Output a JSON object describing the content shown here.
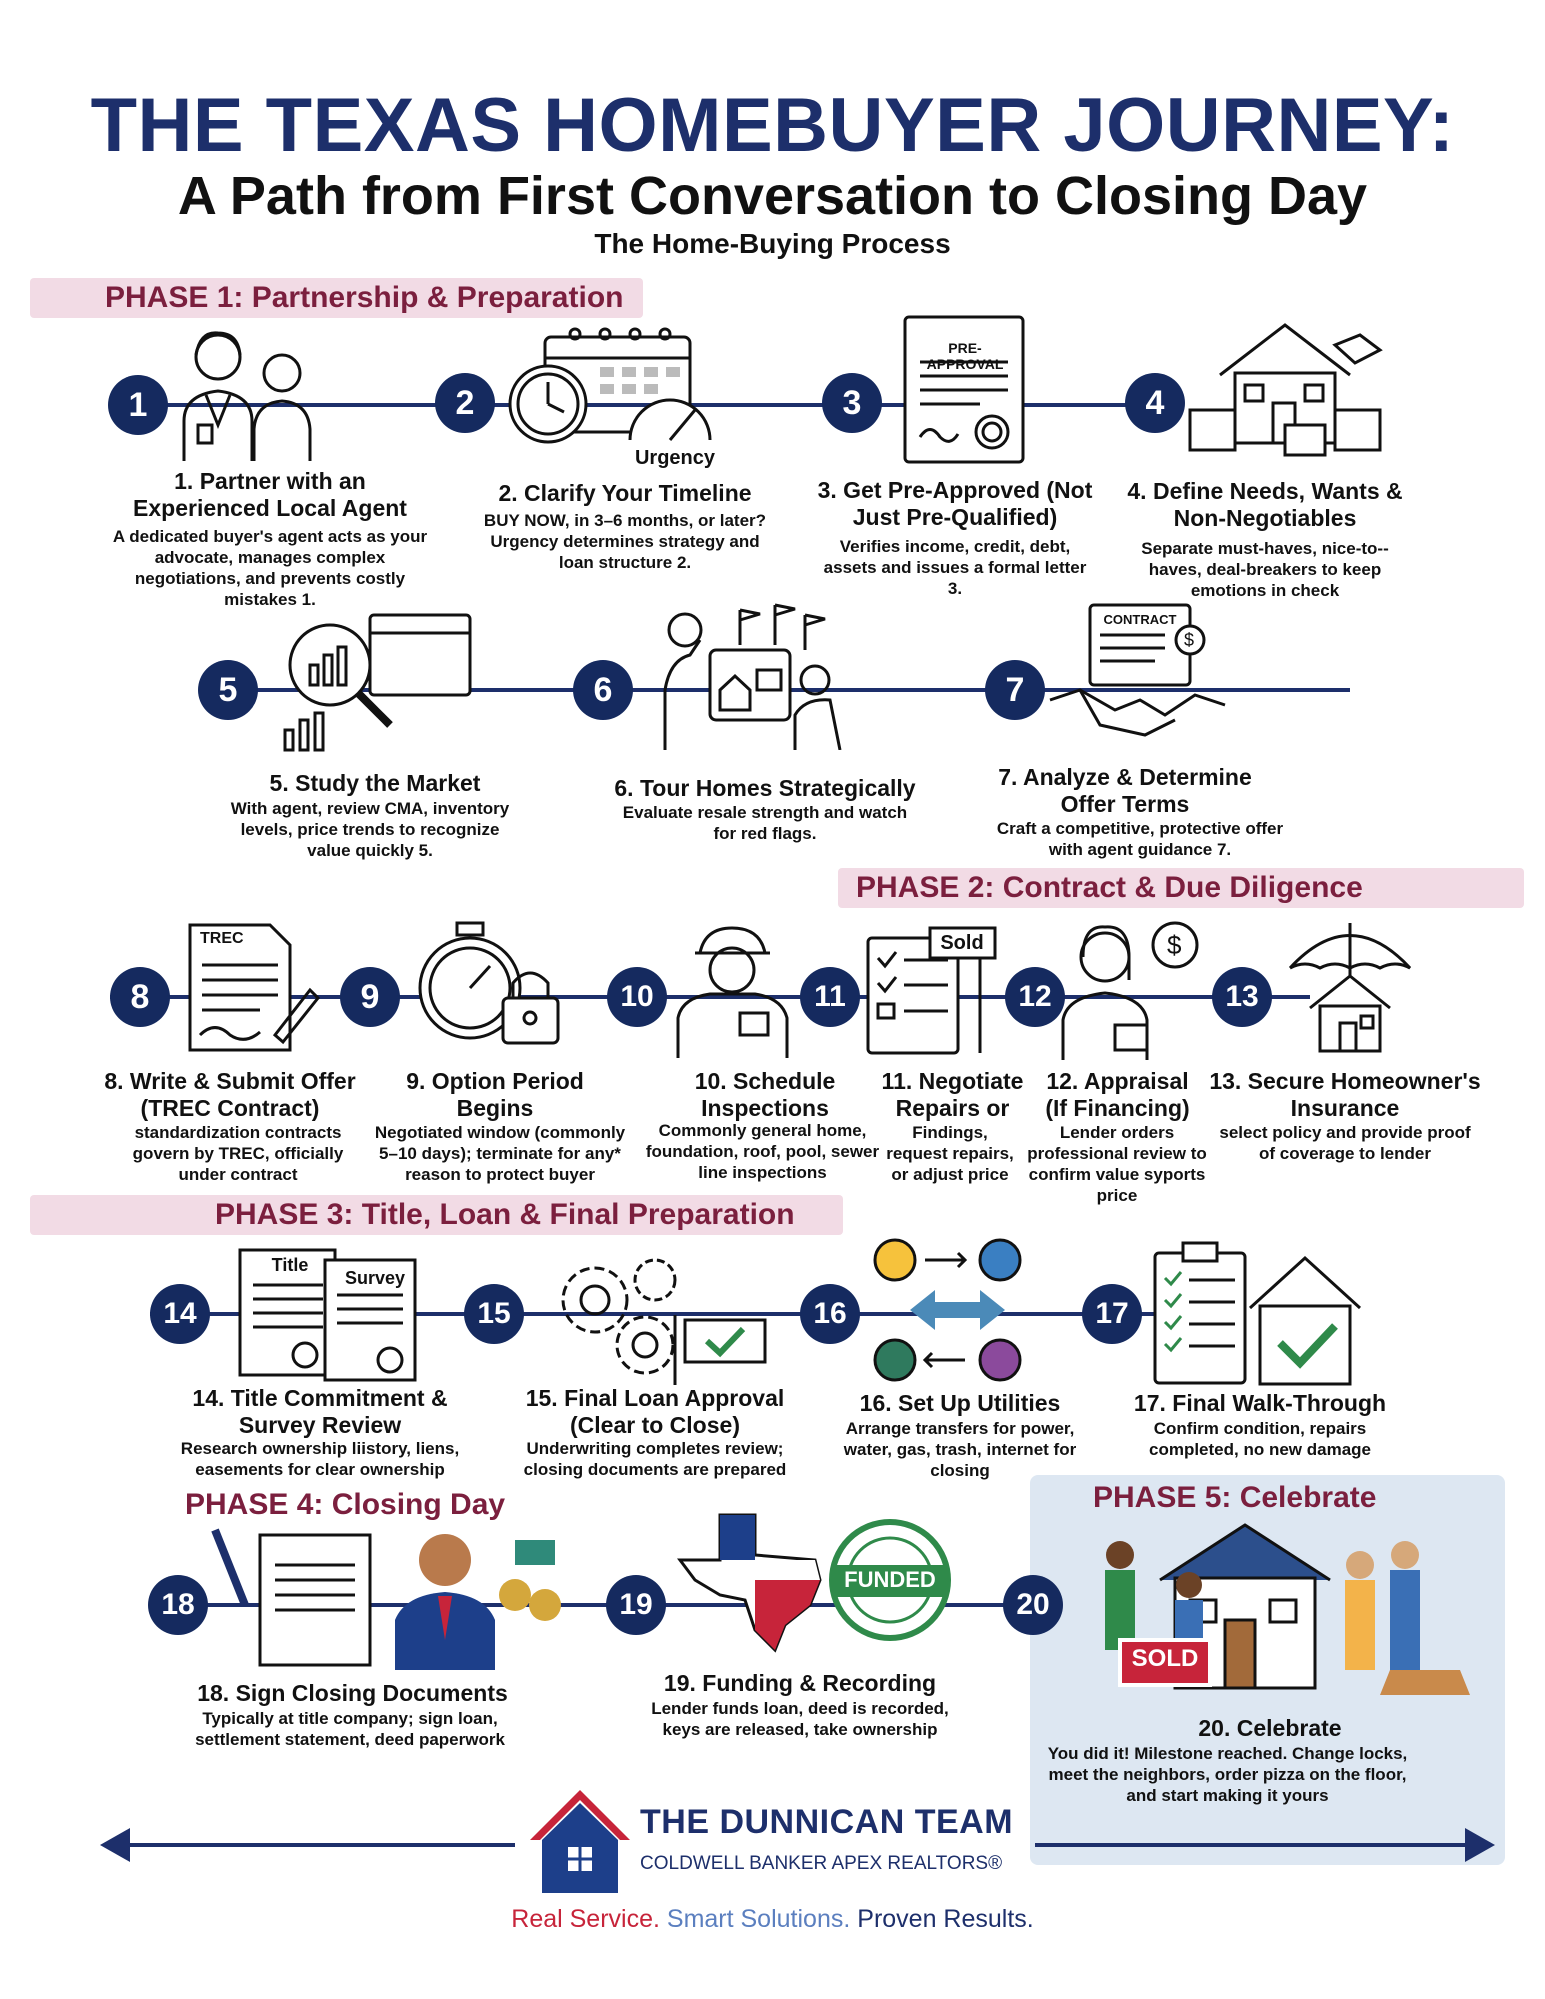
{
  "header": {
    "title": "THE TEXAS HOMEBUYER JOURNEY:",
    "subtitle": "A Path from First Conversation to Closing Day",
    "caption": "The Home-Buying Process"
  },
  "phases": {
    "p1": "PHASE 1: Partnership & Preparation",
    "p2": "PHASE 2: Contract & Due Diligence",
    "p3": "PHASE 3: Title, Loan & Final Preparation",
    "p4": "PHASE 4: Closing Day",
    "p5": "PHASE 5: Celebrate"
  },
  "steps": [
    {
      "n": "1",
      "title": "1. Partner with an Experienced Local Agent",
      "desc": "A dedicated buyer's agent acts as your advocate, manages complex negotiations, and prevents costly mistakes 1."
    },
    {
      "n": "2",
      "title": "2. Clarify Your Timeline",
      "desc": "BUY NOW, in 3–6 months, or later? Urgency determines strategy and loan structure 2."
    },
    {
      "n": "3",
      "title": "3. Get Pre-Approved (Not Just Pre-Qualified)",
      "desc": "Verifies income, credit, debt, assets and issues a formal letter 3."
    },
    {
      "n": "4",
      "title": "4. Define Needs, Wants & Non-Negotiables",
      "desc": "Separate must-haves, nice-to--haves, deal-breakers to keep emotions in check"
    },
    {
      "n": "5",
      "title": "5. Study the Market",
      "desc": "With agent, review CMA, inventory levels, price trends to recognize value quickly 5."
    },
    {
      "n": "6",
      "title": "6. Tour Homes Strategically",
      "desc": "Evaluate resale strength and watch for red flags."
    },
    {
      "n": "7",
      "title": "7. Analyze & Determine Offer Terms",
      "desc": "Craft a competitive, protective offer with agent guidance 7."
    },
    {
      "n": "8",
      "title": "8. Write & Submit Offer (TREC Contract)",
      "desc": "standardization contracts govern by TREC, officially under contract"
    },
    {
      "n": "9",
      "title": "9. Option Period Begins",
      "desc": "Negotiated window (commonly 5–10 days); terminate for any* reason to protect buyer"
    },
    {
      "n": "10",
      "title": "10. Schedule Inspections",
      "desc": "Commonly general home, foundation, roof, pool, sewer line inspections"
    },
    {
      "n": "11",
      "title": "11. Negotiate Repairs or",
      "desc": "Findings, request repairs, or adjust price"
    },
    {
      "n": "12",
      "title": "12. Appraisal (If Financing)",
      "desc": "Lender orders professional review to confirm value syports price"
    },
    {
      "n": "13",
      "title": "13. Secure Homeowner's Insurance",
      "desc": "select policy and provide proof of coverage to lender"
    },
    {
      "n": "14",
      "title": "14. Title Commitment & Survey Review",
      "desc": "Research ownership liistory, liens, easements for clear ownership"
    },
    {
      "n": "15",
      "title": "15. Final Loan Approval (Clear to Close)",
      "desc": "Underwriting completes review; closing documents are prepared"
    },
    {
      "n": "16",
      "title": "16. Set Up Utilities",
      "desc": "Arrange transfers for power, water, gas, trash, internet for closing"
    },
    {
      "n": "17",
      "title": "17. Final Walk-Through",
      "desc": "Confirm condition, repairs completed, no new damage"
    },
    {
      "n": "18",
      "title": "18. Sign Closing Documents",
      "desc": "Typically at title company; sign loan, settlement statement, deed paperwork"
    },
    {
      "n": "19",
      "title": "19. Funding & Recording",
      "desc": "Lender funds loan, deed is recorded, keys are released, take ownership"
    },
    {
      "n": "20",
      "title": "20. Celebrate",
      "desc": "You did it! Milestone reached. Change locks, meet the neighbors, order pizza on the floor, and start making it yours"
    }
  ],
  "icon_labels": {
    "urgency": "Urgency",
    "preapproval": "PRE-APPROVAL",
    "contract": "CONTRACT",
    "trec": "TREC",
    "sold": "Sold",
    "title_doc": "Title",
    "survey_doc": "Survey",
    "funded": "FUNDED",
    "funded_ring": "FUNDED",
    "sold_sign": "SOLD"
  },
  "footer": {
    "team": "THE DUNNICAN TEAM",
    "brokerage": "COLDWELL BANKER APEX REALTORS®",
    "tag1": "Real Service.",
    "tag2": "Smart Solutions.",
    "tag3": "Proven Results."
  },
  "colors": {
    "navy": "#152a5f",
    "maroon": "#7b1f3e",
    "pink": "#f2dbe5",
    "light_blue": "#dde7f2",
    "green": "#2f8a4a",
    "red": "#c7243a"
  }
}
